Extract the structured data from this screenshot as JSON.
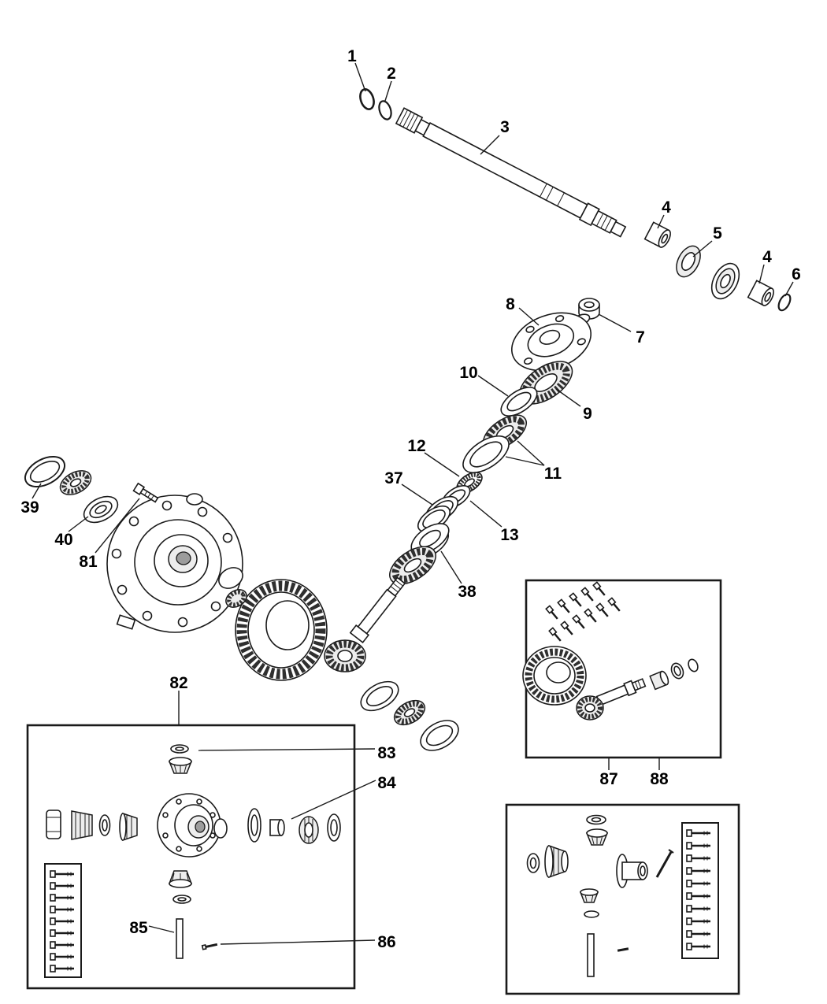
{
  "diagram": {
    "background": "#ffffff",
    "line_color": "#1a1a1a",
    "callouts": [
      {
        "id": "callout-1",
        "label": "1"
      },
      {
        "id": "callout-2",
        "label": "2"
      },
      {
        "id": "callout-3",
        "label": "3"
      },
      {
        "id": "callout-4a",
        "label": "4"
      },
      {
        "id": "callout-5",
        "label": "5"
      },
      {
        "id": "callout-4b",
        "label": "4"
      },
      {
        "id": "callout-6",
        "label": "6"
      },
      {
        "id": "callout-7",
        "label": "7"
      },
      {
        "id": "callout-8",
        "label": "8"
      },
      {
        "id": "callout-9",
        "label": "9"
      },
      {
        "id": "callout-10",
        "label": "10"
      },
      {
        "id": "callout-11",
        "label": "11"
      },
      {
        "id": "callout-12",
        "label": "12"
      },
      {
        "id": "callout-13",
        "label": "13"
      },
      {
        "id": "callout-37",
        "label": "37"
      },
      {
        "id": "callout-38",
        "label": "38"
      },
      {
        "id": "callout-39",
        "label": "39"
      },
      {
        "id": "callout-40",
        "label": "40"
      },
      {
        "id": "callout-81",
        "label": "81"
      },
      {
        "id": "callout-82",
        "label": "82"
      },
      {
        "id": "callout-83",
        "label": "83"
      },
      {
        "id": "callout-84",
        "label": "84"
      },
      {
        "id": "callout-85",
        "label": "85"
      },
      {
        "id": "callout-86",
        "label": "86"
      },
      {
        "id": "callout-87",
        "label": "87"
      },
      {
        "id": "callout-88",
        "label": "88"
      }
    ]
  }
}
